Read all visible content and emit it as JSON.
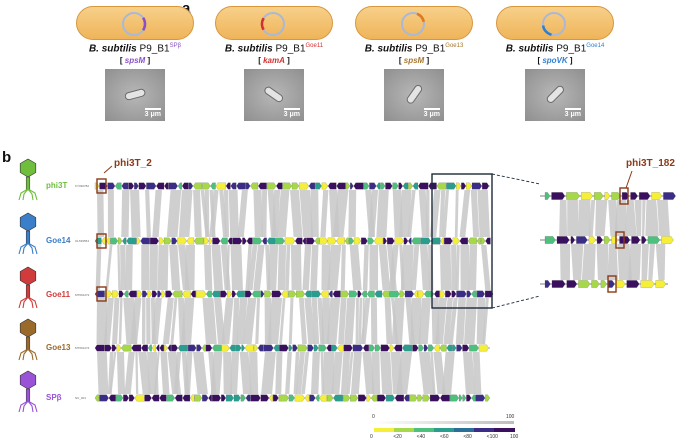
{
  "panel_a": {
    "letter": "a",
    "strains": [
      {
        "prefix": "B. subtilis",
        "name": "P9_B1",
        "superscript": "SPβ",
        "gene": "spsM",
        "super_color": "#8a4fc7",
        "plasmid_color": "#8a4fc7",
        "scale": "3 μm"
      },
      {
        "prefix": "B. subtilis",
        "name": "P9_B1",
        "superscript": "Goe11",
        "gene": "kamA",
        "super_color": "#d32f2f",
        "plasmid_color": "#d32f2f",
        "scale": "3 μm"
      },
      {
        "prefix": "B. subtilis",
        "name": "P9_B1",
        "superscript": "Goe13",
        "gene": "spsM",
        "super_color": "#a8762a",
        "plasmid_color": "#e07a1f",
        "scale": "3 μm"
      },
      {
        "prefix": "B. subtilis",
        "name": "P9_B1",
        "superscript": "Goe14",
        "gene": "spoVK",
        "super_color": "#2f7fd0",
        "plasmid_color": "#2f7fd0",
        "scale": "3 μm"
      }
    ]
  },
  "panel_b": {
    "letter": "b",
    "phages": [
      {
        "name": "phi3T",
        "accession": "KY030782",
        "color": "#6fbe3c"
      },
      {
        "name": "Goe14",
        "accession": "OL539554",
        "color": "#3b7ec9"
      },
      {
        "name": "Goe11",
        "accession": "MT601272",
        "color": "#d23b3b"
      },
      {
        "name": "Goe13",
        "accession": "MT601274",
        "color": "#9a6a2a"
      },
      {
        "name": "SPβ",
        "accession": "NC_001",
        "color": "#9a52d6"
      }
    ],
    "callout_left": "phi3T_2",
    "callout_right": "phi3T_182",
    "legend": {
      "grey_ticks": [
        "0",
        "100"
      ],
      "color_ticks": [
        "0",
        "<20",
        "<40",
        "<60",
        "<80",
        "<100",
        "100"
      ],
      "colors": [
        "#f5ef3a",
        "#a6d84a",
        "#4fbf7d",
        "#2a9d8f",
        "#2a6f97",
        "#3b2d85",
        "#3a0f5e"
      ]
    }
  }
}
